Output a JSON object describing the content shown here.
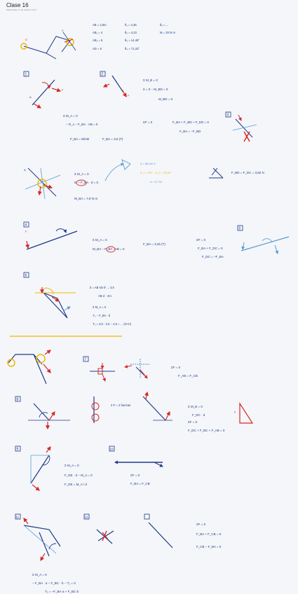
{
  "page": {
    "title": "Clase 16",
    "subtitle": "Wednesday 17 de octubre    14:17"
  },
  "colors": {
    "ink_blue": "#1f3a8a",
    "ink_red": "#d62828",
    "ink_yellow": "#f2b705",
    "ink_light_blue": "#5b9bd5",
    "ink_dark": "#222222",
    "background": "#f4f6f9"
  },
  "notes": {
    "s1": {
      "col_a": [
        "AB = 2,5m",
        "AB₁ = 4",
        "AB₂ = 6",
        "AD = 6"
      ],
      "col_b": [
        "θ₁ = 4,36",
        "θ₂ = 4,23",
        "θ₃ = 14,48°",
        "θ₄ = 71,43°"
      ],
      "col_c": [
        "θ₅ = ...",
        "M = 20 N·m"
      ]
    },
    "s2": {
      "eq1": "Σ M_B = 0",
      "eq2": "0 = 0 − M_BD = 0",
      "eq3": "M_BD = 0"
    },
    "s3": {
      "eq1": "Σ M_A = 0",
      "eq2": "− R_x − F_BA · AB = 0",
      "eq3": "F_BA = M/AB",
      "eq4": "F_BA = 3,6 (T)",
      "eq5": "ΣF = 0",
      "eq6": "F_BA + F_BD + F_ED = 0",
      "eq7": "F_BA = −F_BD"
    },
    "s4": {
      "eq1": "Σ M_A = 0",
      "eq2": "M − F_BA · d = 0",
      "eq3": "M_BA = 7,8 N·m",
      "note1": "d = AB sin θ",
      "note2": "θ_1 = 90° − θ_2 = 75,52°",
      "note3": "d = 5,775",
      "eq4": "F_BD = F_DC = 3,82 N"
    },
    "s5": {
      "eq1": "Σ M_A = 0",
      "eq2": "M_BA − F_BA · AB = 0",
      "eq3": "F_BA = 3,25 (T)",
      "eq4": "ΣF = 0",
      "eq5": "F_BA + F_DC = 0",
      "eq6": "F_DC = −F_BA"
    },
    "s6": {
      "eq1": "b = AB sin θ  → 3,6",
      "eq2": "AB·d · 2m",
      "eq3": "Σ M_A = 0",
      "eq4": "T₂ − F_BA · b",
      "eq5": "T₂ = 3,6 · 2,6 − 4,5 = ... (N·m)"
    },
    "s8": {
      "eq1": "ΣF = 0",
      "eq2": "F_AB = F_CB"
    },
    "s9": {
      "note": "2·F = 2 fuerzas",
      "eq1": "Σ M_B = 0",
      "eq2": "F_DC · d",
      "eq3": "ΣF = 0",
      "eq4": "F_DC + F_BC + F_AB = 0"
    },
    "s10": {
      "eq1": "Σ M_A = 0",
      "eq2": "F_DE · d − M_A = 0",
      "eq3": "F_DE = M_A / d",
      "eq4": "ΣF = 0",
      "eq5": "F_BA = F_CB"
    },
    "s11": {
      "eq1": "ΣF = 0",
      "eq2": "F_BA + F_CB = 0",
      "eq3": "F_CB − F_BA = 0"
    },
    "s12": {
      "eq1": "Σ M_A = 0",
      "eq2": "− F_BA · a − F_BC · b − T₂ = 0",
      "eq3": "T₂ = −F_BA·a + F_BC·b"
    },
    "labels": {
      "n1": "1",
      "n2": "2",
      "n3": "3",
      "n4": "4",
      "n5": "5",
      "n6": "6",
      "n7": "7",
      "n8": "8",
      "n9": "9",
      "n10": "10",
      "n11": "11",
      "n12": "12"
    }
  }
}
